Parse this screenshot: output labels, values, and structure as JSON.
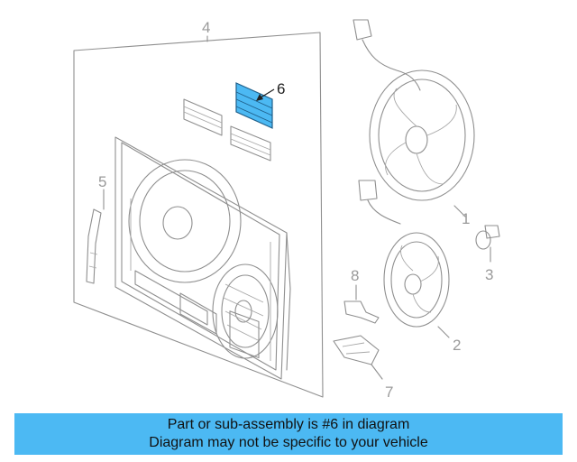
{
  "callouts": {
    "c1": "1",
    "c2": "2",
    "c3": "3",
    "c4": "4",
    "c5": "5",
    "c6": "6",
    "c7": "7",
    "c8": "8"
  },
  "highlight": {
    "part": "6",
    "color": "#4cb9f3"
  },
  "banner": {
    "line1": "Part or sub-assembly is #6 in diagram",
    "line2": "Diagram may not be specific to your vehicle",
    "background": "#4cb9f3"
  }
}
